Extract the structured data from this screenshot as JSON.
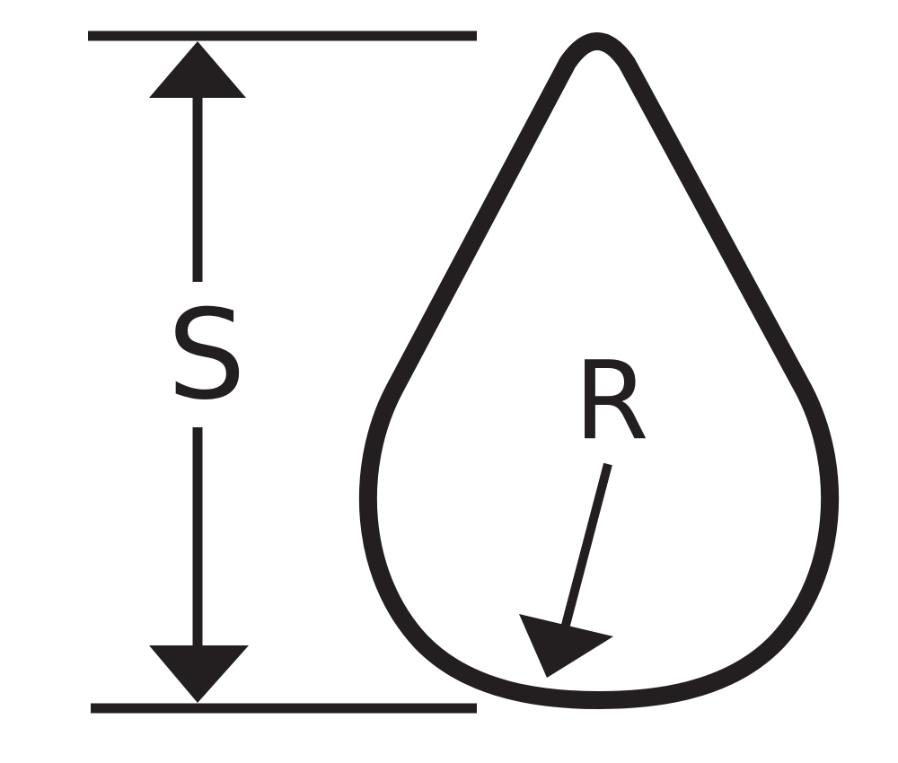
{
  "diagram": {
    "labels": {
      "height_label": "S",
      "radius_label": "R"
    },
    "colors": {
      "stroke": "#231f20",
      "background": "#ffffff"
    },
    "icons": {
      "arrowhead": "triangle-arrowhead"
    }
  }
}
